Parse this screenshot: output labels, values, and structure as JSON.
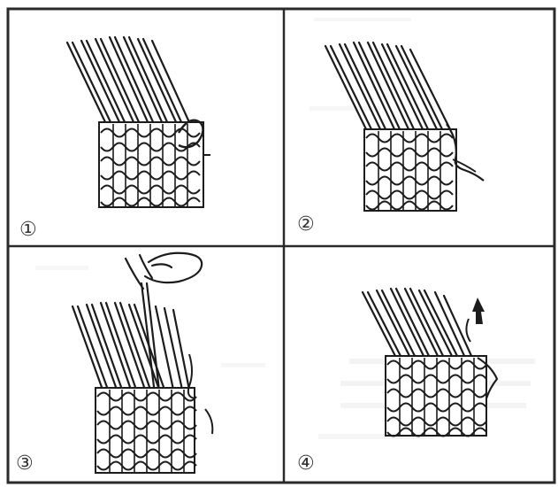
{
  "panels": [
    {
      "label": "①"
    },
    {
      "label": "②"
    },
    {
      "label": "③"
    },
    {
      "label": "④"
    }
  ],
  "colors": {
    "ink": "#1c1c1c",
    "line": "#2a2a2a",
    "paper": "#ffffff",
    "ghost": "#e6e6e6"
  }
}
